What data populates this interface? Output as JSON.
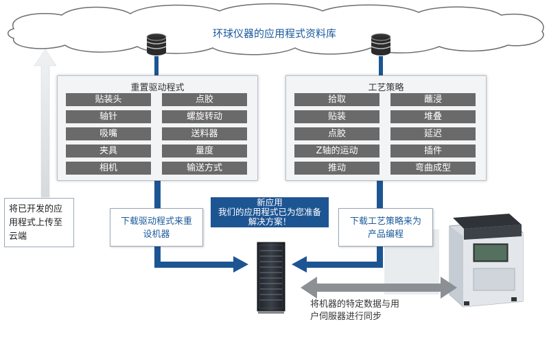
{
  "cloud": {
    "title": "环球仪器的应用程式资料库"
  },
  "left_panel": {
    "title": "重置驱动程式",
    "items": [
      "贴装头",
      "点胶",
      "轴针",
      "螺旋转动",
      "吸嘴",
      "送料器",
      "夹具",
      "量度",
      "相机",
      "输送方式"
    ]
  },
  "right_panel": {
    "title": "工艺策略",
    "items": [
      "拾取",
      "蘸浸",
      "贴装",
      "堆叠",
      "点胶",
      "延迟",
      "Z轴的运动",
      "插件",
      "推动",
      "弯曲成型"
    ]
  },
  "download_left": {
    "line1": "下载驱动程式来重",
    "line2": "设机器"
  },
  "download_right": {
    "line1": "下载工艺策略来为",
    "line2": "产品编程"
  },
  "new_app": {
    "line1": "新应用",
    "line2": "我们的应用程式已为您准备",
    "line3": "解决方案！"
  },
  "upload": {
    "line1": "将已开发的应",
    "line2": "用程式上传至",
    "line3": "云端"
  },
  "sync": {
    "line1": "将机器的特定数据与用",
    "line2": "户伺服器进行同步"
  },
  "colors": {
    "flow_blue": "#1d5593",
    "chip_gray": "#6a6a6a",
    "title_blue": "#1a5a9c"
  }
}
